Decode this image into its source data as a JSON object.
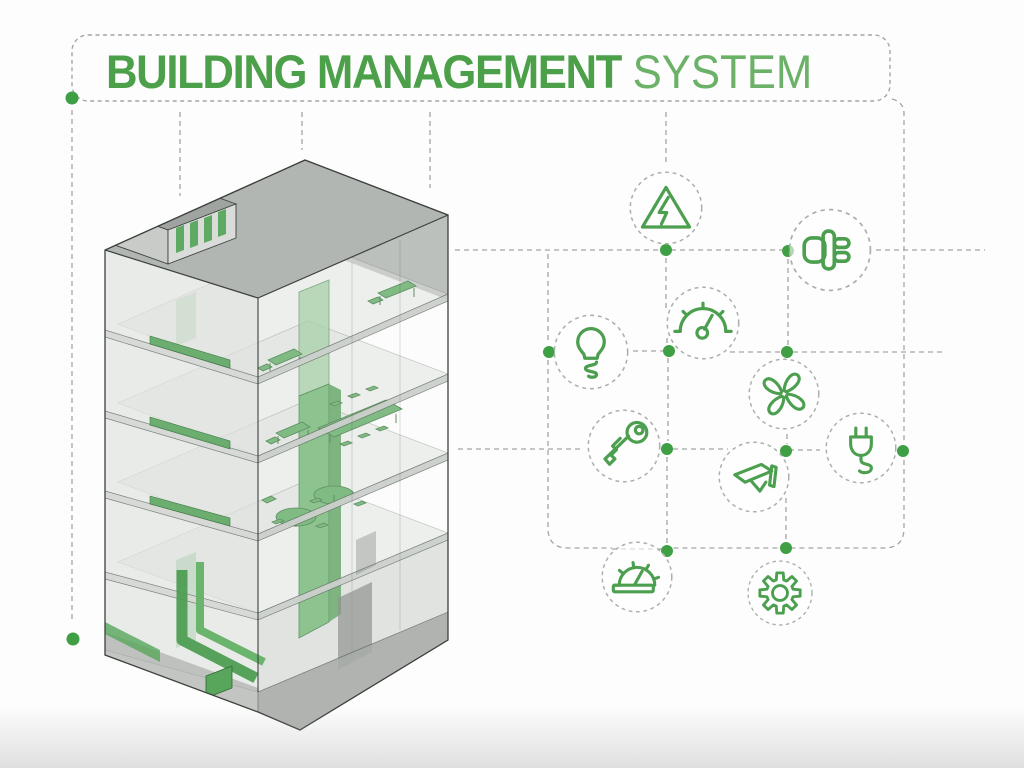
{
  "title": {
    "primary": "BUILDING MANAGEMENT",
    "secondary": "SYSTEM",
    "primary_color": "#4da04a",
    "secondary_color": "#6bb168"
  },
  "diagram": {
    "building": {
      "description": "isometric cutaway five-storey building",
      "floors": 5,
      "green_systems": [
        "rooftop air handling unit",
        "vertical riser shaft",
        "floor duct stubs",
        "ground ductwork",
        "office furniture"
      ],
      "wall_color": "#d9dcd9",
      "accent_color": "#57a65b"
    },
    "icons": [
      {
        "id": "electrical-hazard",
        "name": "electrical-hazard-icon"
      },
      {
        "id": "power-socket",
        "name": "power-plug-socket-icon"
      },
      {
        "id": "lightbulb",
        "name": "lightbulb-icon"
      },
      {
        "id": "speedometer",
        "name": "speedometer-gauge-icon"
      },
      {
        "id": "fan",
        "name": "ventilation-fan-icon"
      },
      {
        "id": "plug-cord",
        "name": "power-plug-cord-icon"
      },
      {
        "id": "key",
        "name": "key-icon"
      },
      {
        "id": "cctv",
        "name": "cctv-camera-icon"
      },
      {
        "id": "meter",
        "name": "meter-gauge-icon"
      },
      {
        "id": "gear",
        "name": "gear-icon"
      }
    ],
    "connector_color": "#a3a7a3",
    "node_dot_color": "#3f9f45",
    "icon_stroke_color": "#4b9f4e"
  }
}
